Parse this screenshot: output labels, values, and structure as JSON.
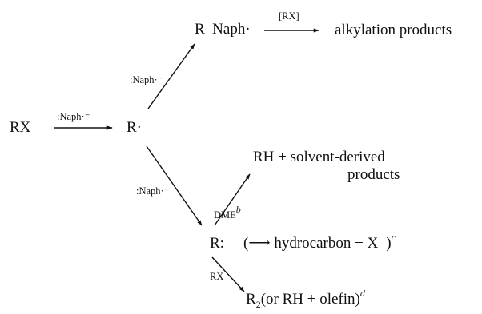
{
  "diagram": {
    "nodes": {
      "rx_start": "RX",
      "r_radical": "R·",
      "r_naph_anion": "R–Naph·⁻",
      "alkylation_products": "alkylation products",
      "rh_line1": "RH  +  solvent-derived",
      "rh_line2": "products",
      "r_anion": "R:⁻",
      "hydrocarbon_paren": "(⟶  hydrocarbon  +  X⁻)",
      "hydrocarbon_sup": "c",
      "r2_main": "R",
      "r2_sub": "2",
      "r2_rest": "(or  RH  +  olefin)",
      "r2_sup": "d"
    },
    "edge_labels": {
      "rx_to_r": ":Naph·⁻",
      "r_to_rnaph": ":Naph·⁻",
      "rnaph_to_alkylation": "[RX]",
      "r_to_ranion": ":Naph·⁻",
      "ranion_to_rh": "DME",
      "ranion_to_rh_sup": "b",
      "ranion_to_r2": "RX"
    }
  }
}
